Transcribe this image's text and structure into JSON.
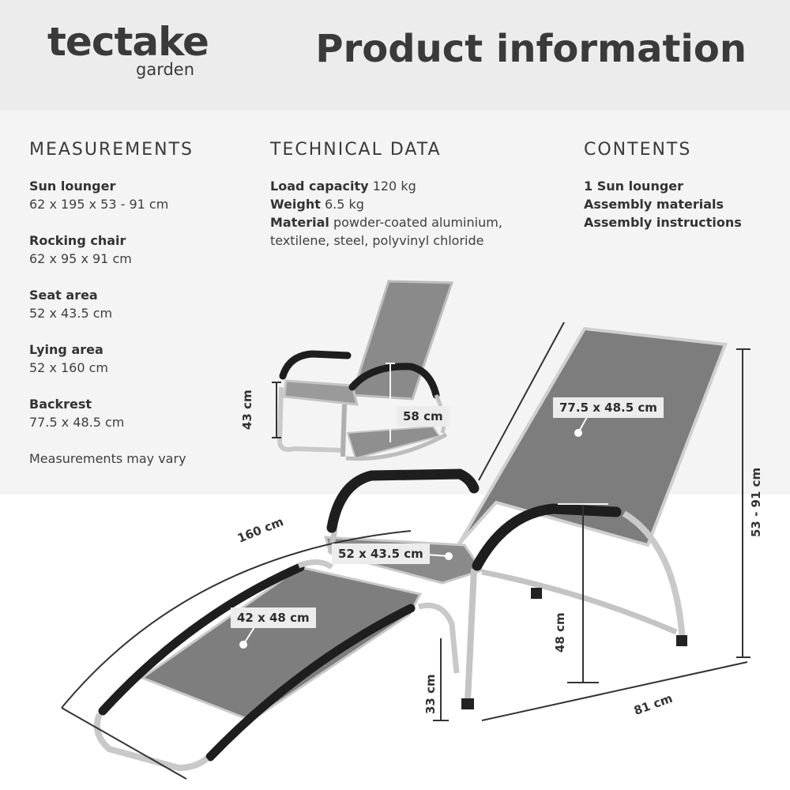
{
  "brand": {
    "name": "tectake",
    "sub": "garden"
  },
  "title": "Product information",
  "measurements": {
    "heading": "MEASUREMENTS",
    "items": [
      {
        "label": "Sun lounger",
        "value": "62 x 195 x 53 - 91 cm"
      },
      {
        "label": "Rocking chair",
        "value": "62 x 95 x 91 cm"
      },
      {
        "label": "Seat area",
        "value": "52 x 43.5 cm"
      },
      {
        "label": "Lying area",
        "value": "52 x 160 cm"
      },
      {
        "label": "Backrest",
        "value": "77.5 x 48.5 cm"
      }
    ],
    "note": "Measurements may vary"
  },
  "technical": {
    "heading": "TECHNICAL DATA",
    "load_label": "Load capacity",
    "load_value": "120 kg",
    "weight_label": "Weight",
    "weight_value": "6.5 kg",
    "material_label": "Material",
    "material_value_1": "powder-coated aluminium,",
    "material_value_2": "textilene, steel, polyvinyl chloride"
  },
  "contents": {
    "heading": "CONTENTS",
    "items": [
      "1 Sun lounger",
      "Assembly materials",
      "Assembly instructions"
    ]
  },
  "diagram": {
    "backrest_tag": "77.5 x 48.5 cm",
    "seat_tag": "52 x 43.5 cm",
    "footrest_tag": "42 x 48 cm",
    "small_height": "43 cm",
    "small_seat": "58 cm",
    "length": "160 cm",
    "height_range": "53 - 91 cm",
    "seat_height": "48 cm",
    "foot_height": "33 cm",
    "width": "81 cm"
  }
}
